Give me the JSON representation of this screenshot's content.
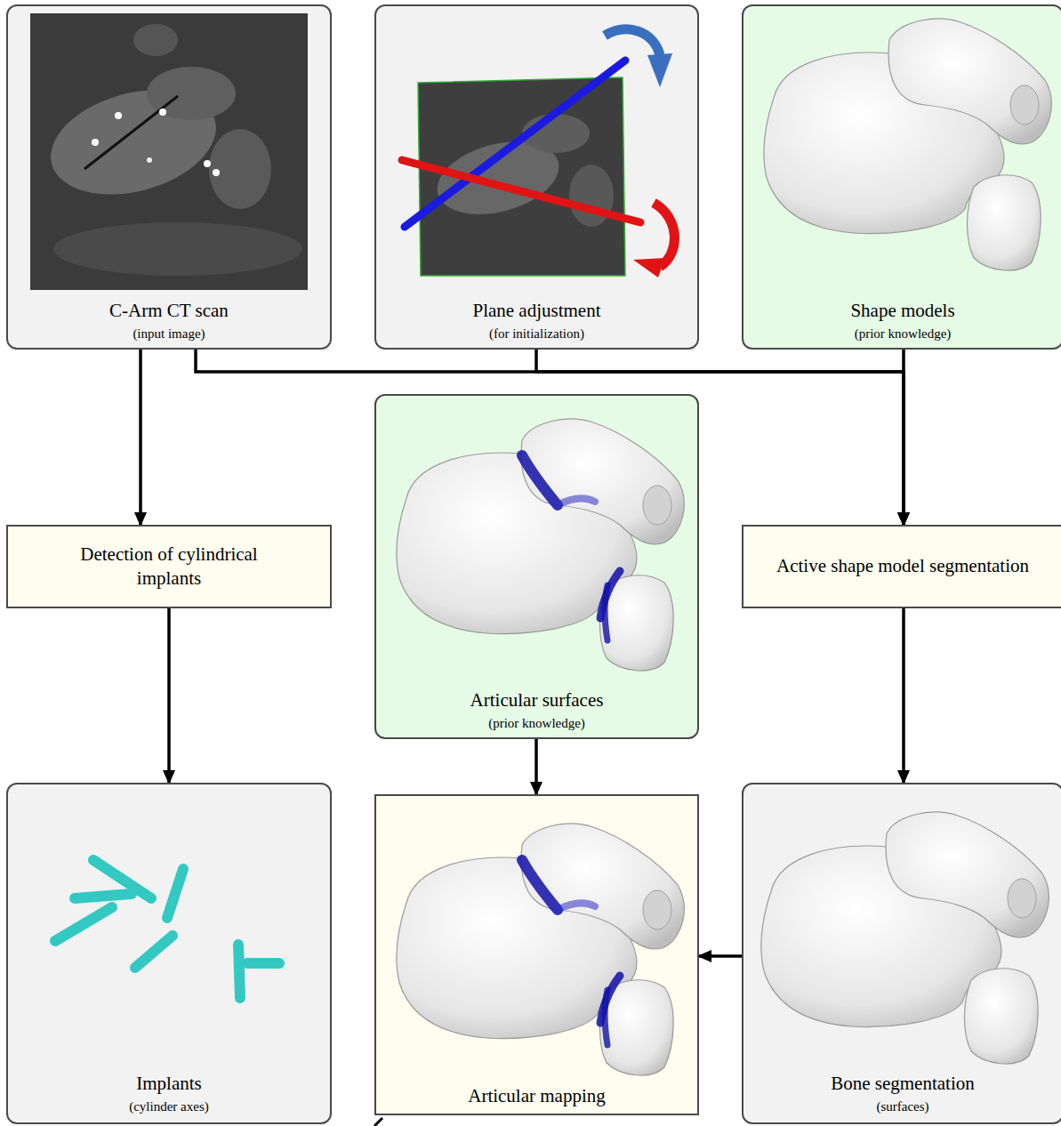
{
  "diagram": {
    "nodes": [
      {
        "text": [
          "C-Arm CT scan",
          "(input image)"
        ]
      },
      {
        "text": [
          "Plane adjustment",
          "(for initialization)"
        ]
      },
      {
        "text": [
          "Shape models",
          "(prior knowledge)"
        ]
      },
      {
        "text": [
          "Detection of cylindrical implants"
        ]
      },
      {
        "text": [
          "Articular surfaces",
          "(prior knowledge)"
        ]
      },
      {
        "text": [
          "Active shape model segmentation"
        ]
      },
      {
        "text": [
          "Implants",
          "(cylinder axes)"
        ]
      },
      {
        "text": [
          "Articular mapping"
        ]
      },
      {
        "text": [
          "Bone segmentation",
          "(surfaces)"
        ]
      }
    ],
    "edges": [
      {
        "from": 0,
        "to": 3,
        "arrow": "to"
      },
      {
        "from": 0,
        "to": 5,
        "arrow": "to"
      },
      {
        "from": 1,
        "to": 5,
        "arrow": "to"
      },
      {
        "from": 2,
        "to": 5,
        "arrow": "to"
      },
      {
        "from": 3,
        "to": 6,
        "arrow": "to"
      },
      {
        "from": 5,
        "to": 8,
        "arrow": "to"
      },
      {
        "from": 4,
        "to": 7,
        "arrow": "to"
      },
      {
        "from": 8,
        "to": 7,
        "arrow": "to"
      }
    ]
  }
}
